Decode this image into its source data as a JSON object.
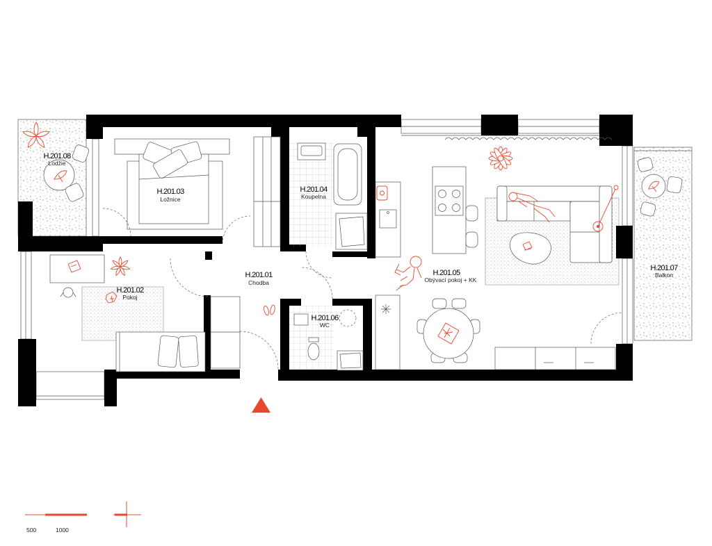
{
  "plan": {
    "rooms": [
      {
        "code": "H.201.08",
        "name": "Lodžie"
      },
      {
        "code": "H.201.03",
        "name": "Ložnice"
      },
      {
        "code": "H.201.04",
        "name": "Koupelna"
      },
      {
        "code": "H.201.05",
        "name": "Obývací pokoj + KK"
      },
      {
        "code": "H.201.07",
        "name": "Balkon"
      },
      {
        "code": "H.201.01",
        "name": "Chodba"
      },
      {
        "code": "H.201.02",
        "name": "Pokoj"
      },
      {
        "code": "H.201.06",
        "name": "WC"
      }
    ]
  },
  "scale_bar": {
    "labels": [
      "500",
      "1000"
    ]
  },
  "symbols": {
    "north_arrow": "north-arrow-icon",
    "crosshair": "crosshair-icon"
  },
  "colors": {
    "accent": "#e8482c",
    "wall": "#000000",
    "linework": "#555555"
  }
}
